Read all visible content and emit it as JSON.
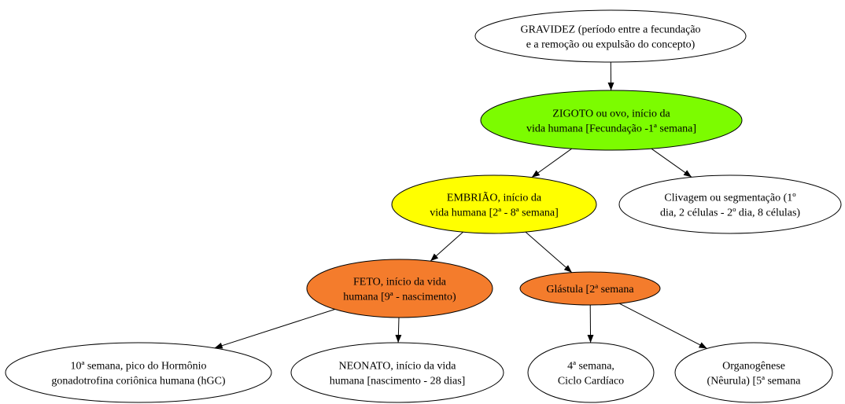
{
  "nodes": [
    {
      "id": "gravidez",
      "lines": [
        "GRAVIDEZ (período entre a fecundação",
        "e a remoção ou expulsão do concepto)"
      ],
      "fill": "#ffffff"
    },
    {
      "id": "zigoto",
      "lines": [
        "ZIGOTO ou ovo, início da",
        "vida humana [Fecundação -1ª semana]"
      ],
      "fill": "#7cfc00"
    },
    {
      "id": "embriao",
      "lines": [
        "EMBRIÃO, início da",
        "vida humana [2ª - 8ª semana]"
      ],
      "fill": "#ffff00"
    },
    {
      "id": "clivagem",
      "lines": [
        "Clivagem ou segmentação (1º",
        "dia, 2 células - 2º dia, 8 células)"
      ],
      "fill": "#ffffff"
    },
    {
      "id": "feto",
      "lines": [
        "FETO, início da vida",
        "humana [9ª - nascimento)"
      ],
      "fill": "#f47c2c"
    },
    {
      "id": "glastula",
      "lines": [
        "Glástula [2ª semana"
      ],
      "fill": "#f47c2c"
    },
    {
      "id": "decima",
      "lines": [
        "10ª semana, pico do Hormônio",
        "gonadotrofina coriônica humana (hGC)"
      ],
      "fill": "#ffffff"
    },
    {
      "id": "neonato",
      "lines": [
        "NEONATO, início da vida",
        "humana [nascimento - 28 dias]"
      ],
      "fill": "#ffffff"
    },
    {
      "id": "quarta",
      "lines": [
        "4ª semana,",
        "Ciclo Cardíaco"
      ],
      "fill": "#ffffff"
    },
    {
      "id": "organogenese",
      "lines": [
        "Organogênese",
        "(Nêurula) [5ª semana"
      ],
      "fill": "#ffffff"
    }
  ],
  "edges": [
    {
      "from": "gravidez",
      "to": "zigoto"
    },
    {
      "from": "zigoto",
      "to": "embriao"
    },
    {
      "from": "zigoto",
      "to": "clivagem"
    },
    {
      "from": "embriao",
      "to": "feto"
    },
    {
      "from": "embriao",
      "to": "glastula"
    },
    {
      "from": "feto",
      "to": "decima"
    },
    {
      "from": "feto",
      "to": "neonato"
    },
    {
      "from": "glastula",
      "to": "quarta"
    },
    {
      "from": "glastula",
      "to": "organogenese"
    }
  ]
}
